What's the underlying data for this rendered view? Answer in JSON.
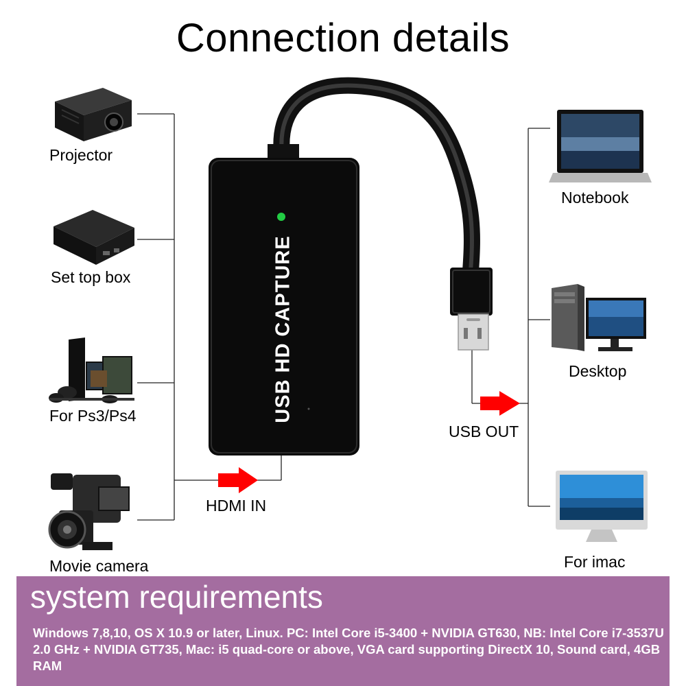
{
  "title": "Connection details",
  "inputs": {
    "projector": "Projector",
    "set_top_box": "Set top box",
    "ps": "For Ps3/Ps4",
    "movie_camera": "Movie camera"
  },
  "device": {
    "label": "USB HD CAPTURE"
  },
  "ports": {
    "hdmi_in": "HDMI IN",
    "usb_out": "USB OUT"
  },
  "outputs": {
    "notebook": "Notebook",
    "desktop": "Desktop",
    "imac": "For imac"
  },
  "requirements": {
    "heading": "system requirements",
    "text": "Windows 7,8,10, OS X 10.9 or later, Linux. PC: Intel Core i5-3400 + NVIDIA GT630, NB: Intel Core i7-3537U 2.0 GHz + NVIDIA GT735, Mac: i5 quad-core or above, VGA card supporting DirectX 10, Sound card, 4GB RAM"
  },
  "colors": {
    "arrow": "#ff0000",
    "panel": "#a46da0",
    "led": "#22cc44"
  }
}
